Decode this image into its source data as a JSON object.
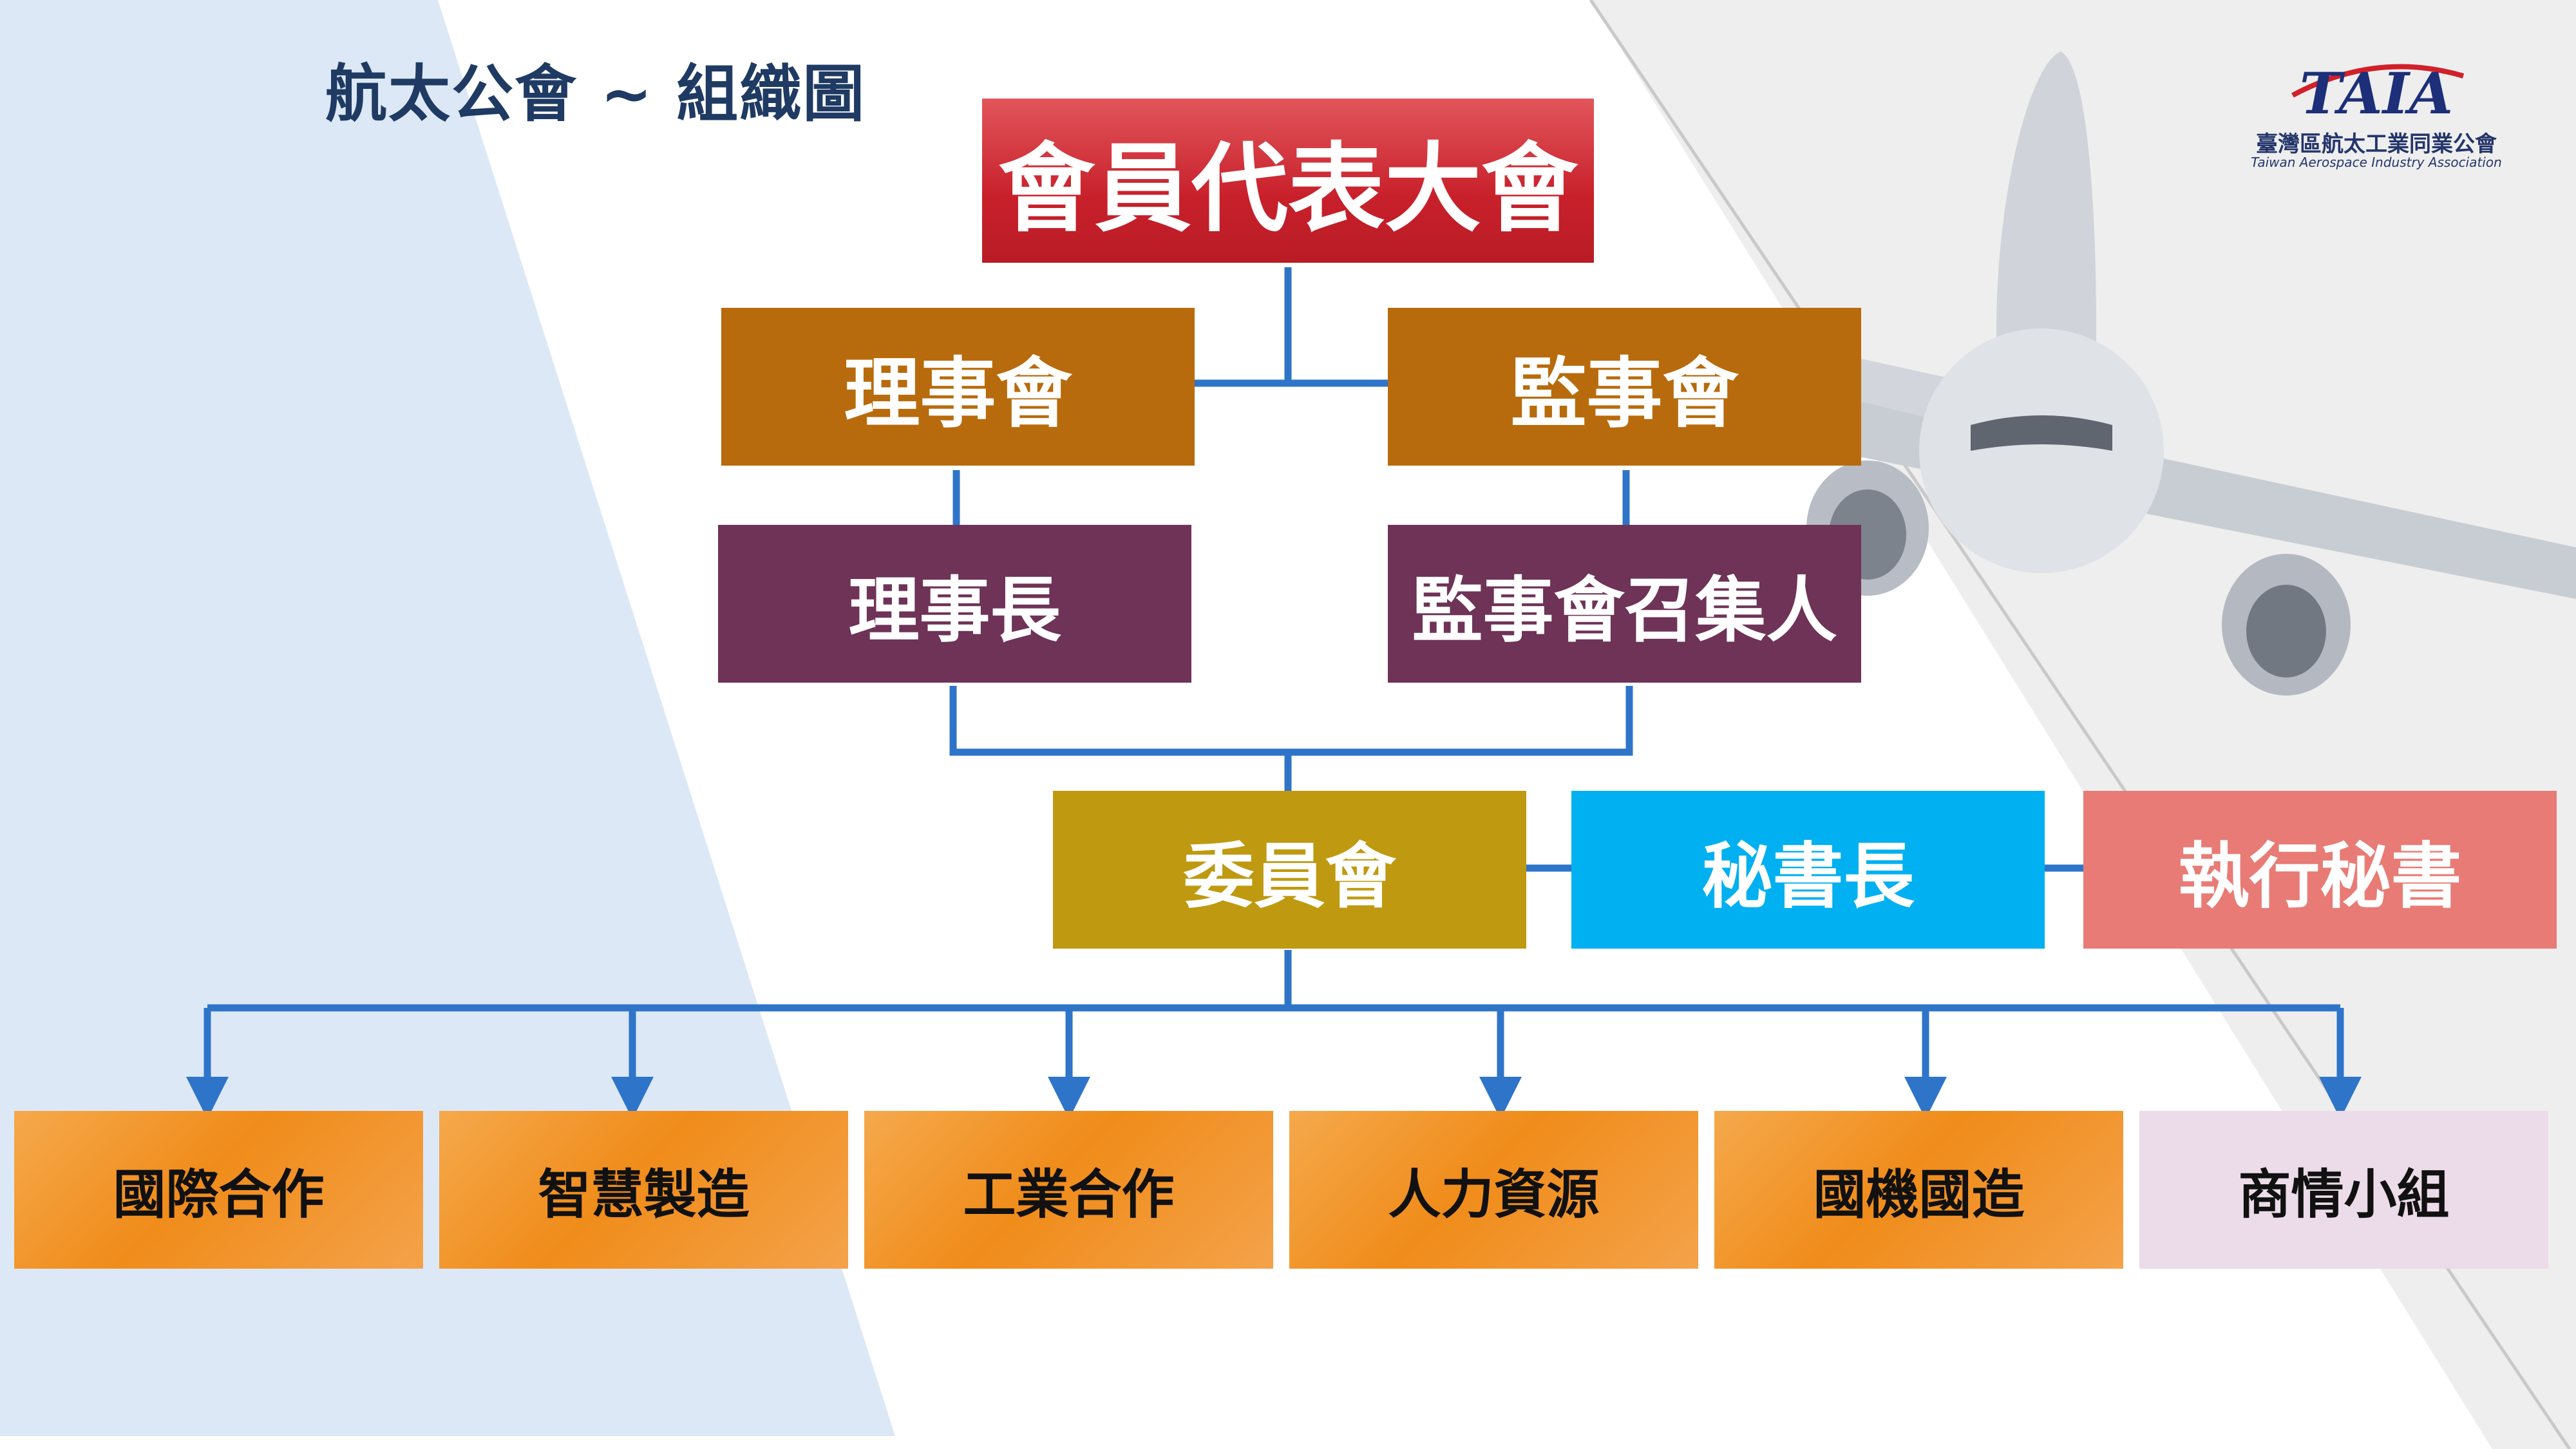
{
  "title": "航太公會 ~ 組織圖",
  "logo": {
    "mark": "TAIA",
    "name_cn": "臺灣區航太工業同業公會",
    "name_en": "Taiwan Aerospace Industry Association"
  },
  "org": {
    "assembly": "會員代表大會",
    "board_directors": "理事會",
    "board_supervisors": "監事會",
    "chairman": "理事長",
    "supervisor_convener": "監事會召集人",
    "committee": "委員會",
    "secretary_general": "秘書長",
    "executive_secretary": "執行秘書",
    "groups": [
      "國際合作",
      "智慧製造",
      "工業合作",
      "人力資源",
      "國機國造",
      "商情小組"
    ]
  },
  "colors": {
    "title": "#1f3b63",
    "connector": "#2e75c9",
    "assembly": "#c8202b",
    "boards": "#b86b0c",
    "chairs": "#6e3357",
    "committee": "#bf9a10",
    "secretary_general": "#00b0f0",
    "executive_secretary": "#e87b75",
    "groups": "#f08c1a",
    "market_group": "#ecdbe8"
  }
}
